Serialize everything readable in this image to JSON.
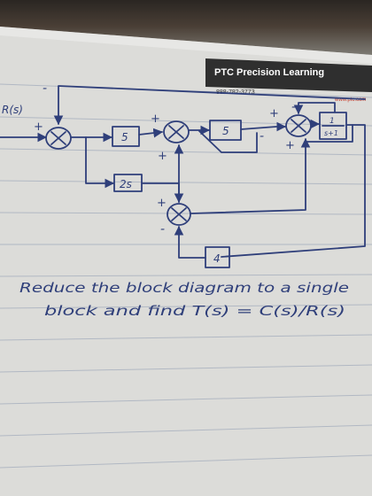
{
  "header": {
    "brand": "PTC Precision Learning",
    "phone": "888-782-3773",
    "url": "www.ptc.com"
  },
  "diagram": {
    "input_label": "R(s)",
    "blocks": {
      "b1": "5",
      "b2": "5",
      "b3_num": "1",
      "b3_den": "s+1",
      "b4": "2s",
      "b5": "4"
    },
    "signs": {
      "sj1_plus": "+",
      "sj1_minus": "-",
      "sj2_plus_top": "+",
      "sj2_plus_bottom": "+",
      "sj3_plus": "+",
      "sj3_minus": "-",
      "sj3_minus_left": "-",
      "sj3_plus_bottom": "+",
      "sj4_plus": "+",
      "sj4_minus": "-"
    }
  },
  "problem": {
    "line1": "Reduce the block diagram to a single",
    "line2": "block and find  T(s) = C(s)/R(s)"
  },
  "colors": {
    "ink": "#2f3f7a",
    "header_bg": "#2f2f2f"
  }
}
